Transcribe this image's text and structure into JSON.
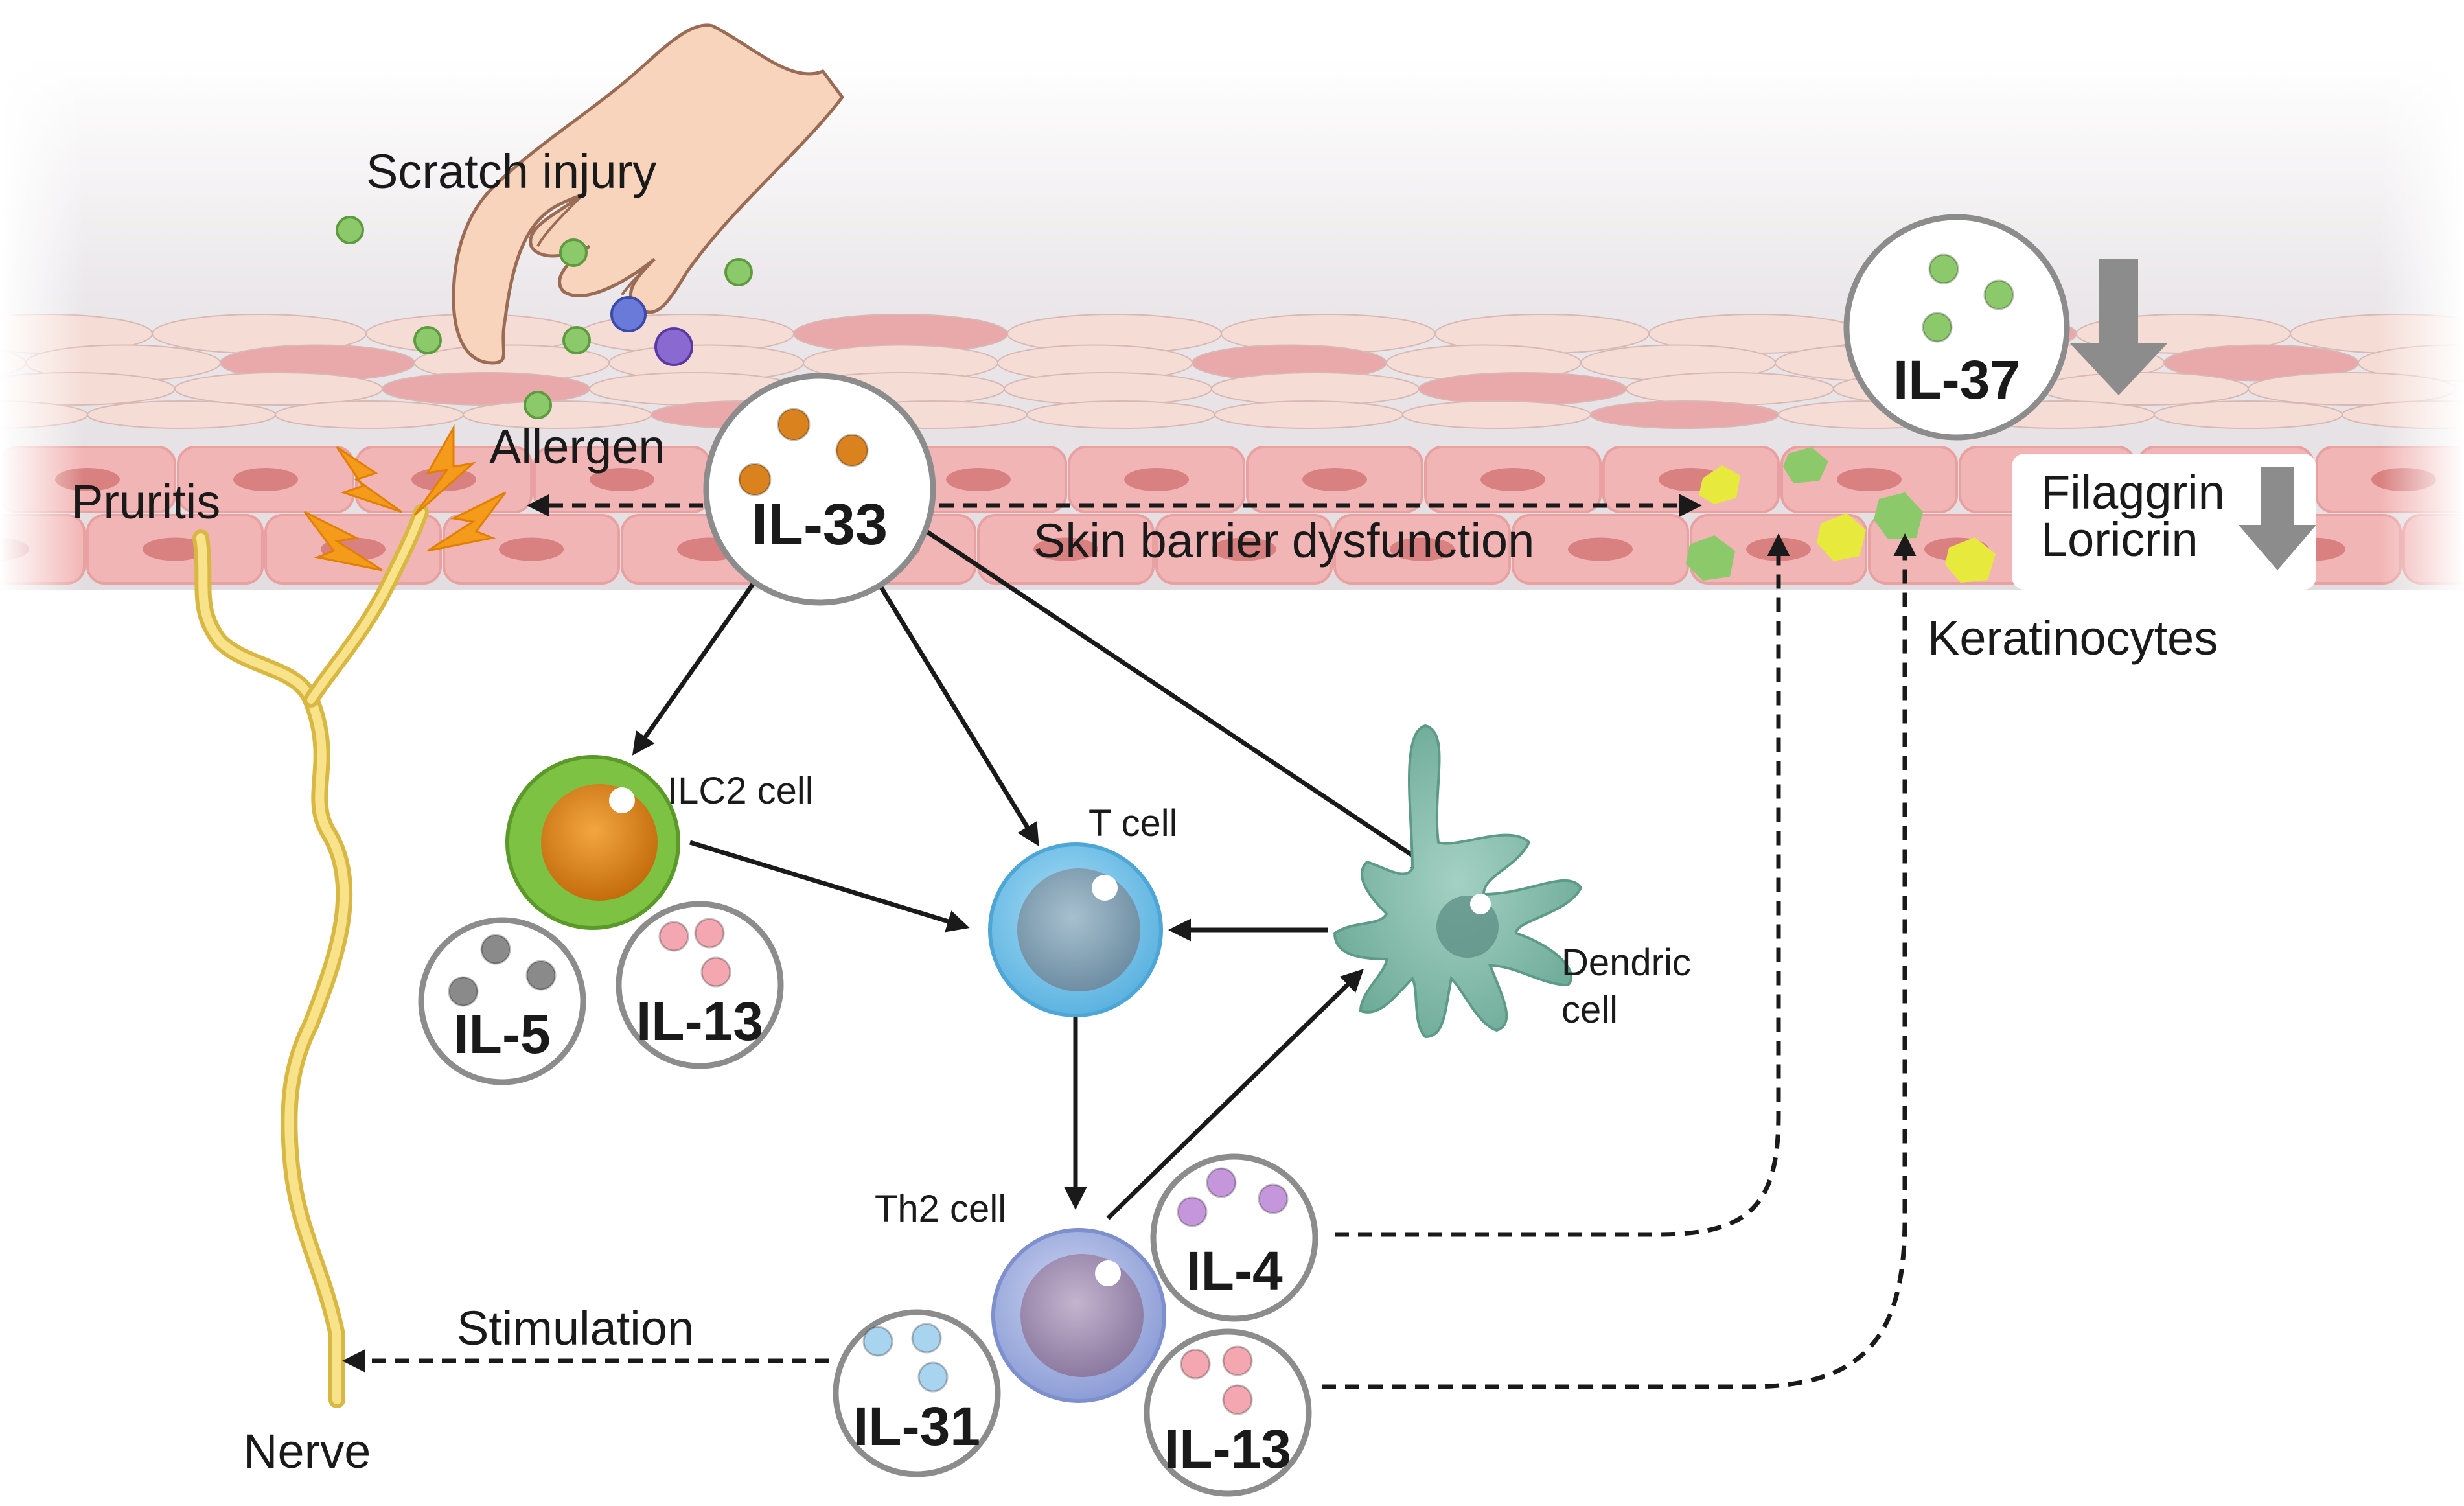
{
  "labels": {
    "scratch": "Scratch injury",
    "allergen": "Allergen",
    "pruritis": "Pruritis",
    "skin_barrier": "Skin barrier dysfunction",
    "keratinocytes": "Keratinocytes",
    "filaggrin": "Filaggrin",
    "loricrin": "Loricrin",
    "ilc2": "ILC2 cell",
    "tcell": "T cell",
    "dendric_1": "Dendric",
    "dendric_2": "cell",
    "th2": "Th2 cell",
    "stimulation": "Stimulation",
    "nerve": "Nerve"
  },
  "cytokines": {
    "il33": "IL-33",
    "il37": "IL-37",
    "il5": "IL-5",
    "il13_ilc2": "IL-13",
    "il4": "IL-4",
    "il31": "IL-31",
    "il13_th2": "IL-13"
  },
  "colors": {
    "skin_cell": "#f2b5b5",
    "skin_cell_dark": "#e8a0a0",
    "nucleus": "#d98080",
    "il33_dot": "#d9821e",
    "il37_dot": "#8cc96a",
    "il5_dot": "#8a8a8a",
    "il13_dot": "#f4a7b0",
    "il4_dot": "#c596dc",
    "il31_dot": "#a9d4ef",
    "nerve": "#f5d76e",
    "lightning": "#f49b1b",
    "ilc2_outer": "#7dc242",
    "ilc2_inner": "#e08a1a",
    "tcell": "#6fbfe8",
    "dendric": "#7ab8a8",
    "th2": "#9aa9dc",
    "down_arrow": "#8c8c8c"
  },
  "icons": [
    "hand-icon",
    "allergen-icon",
    "lightning-icon",
    "down-arrow-icon",
    "nerve-icon"
  ]
}
